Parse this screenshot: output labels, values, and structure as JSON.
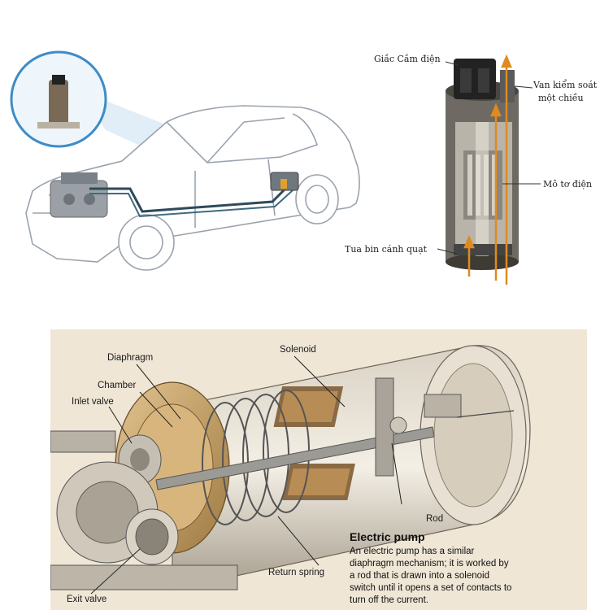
{
  "fuel_pump_labels": {
    "connector": "Giắc Cắm điện",
    "check_valve_line1": "Van kiểm soát",
    "check_valve_line2": "một chiều",
    "motor": "Mô tơ điện",
    "turbine": "Tua bin cánh quạt"
  },
  "electric_pump_diagram": {
    "labels": {
      "diaphragm": "Diaphragm",
      "solenoid": "Solenoid",
      "chamber": "Chamber",
      "inlet_valve": "Inlet valve",
      "rod": "Rod",
      "return_spring": "Return spring",
      "exit_valve": "Exit valve"
    },
    "caption_title": "Electric pump",
    "caption_lines": [
      "An electric pump has a similar",
      "diaphragm mechanism; it is worked by",
      "a rod that is drawn into a solenoid",
      "switch until it opens a set of contacts to",
      "turn off the current."
    ]
  },
  "colors": {
    "car_outline": "#9aa3ad",
    "fuel_line": "#2e4a5a",
    "highlight_blue": "#cfe3f4",
    "bottom_bg": "#efe6d6",
    "brass": "#c9a46a"
  }
}
